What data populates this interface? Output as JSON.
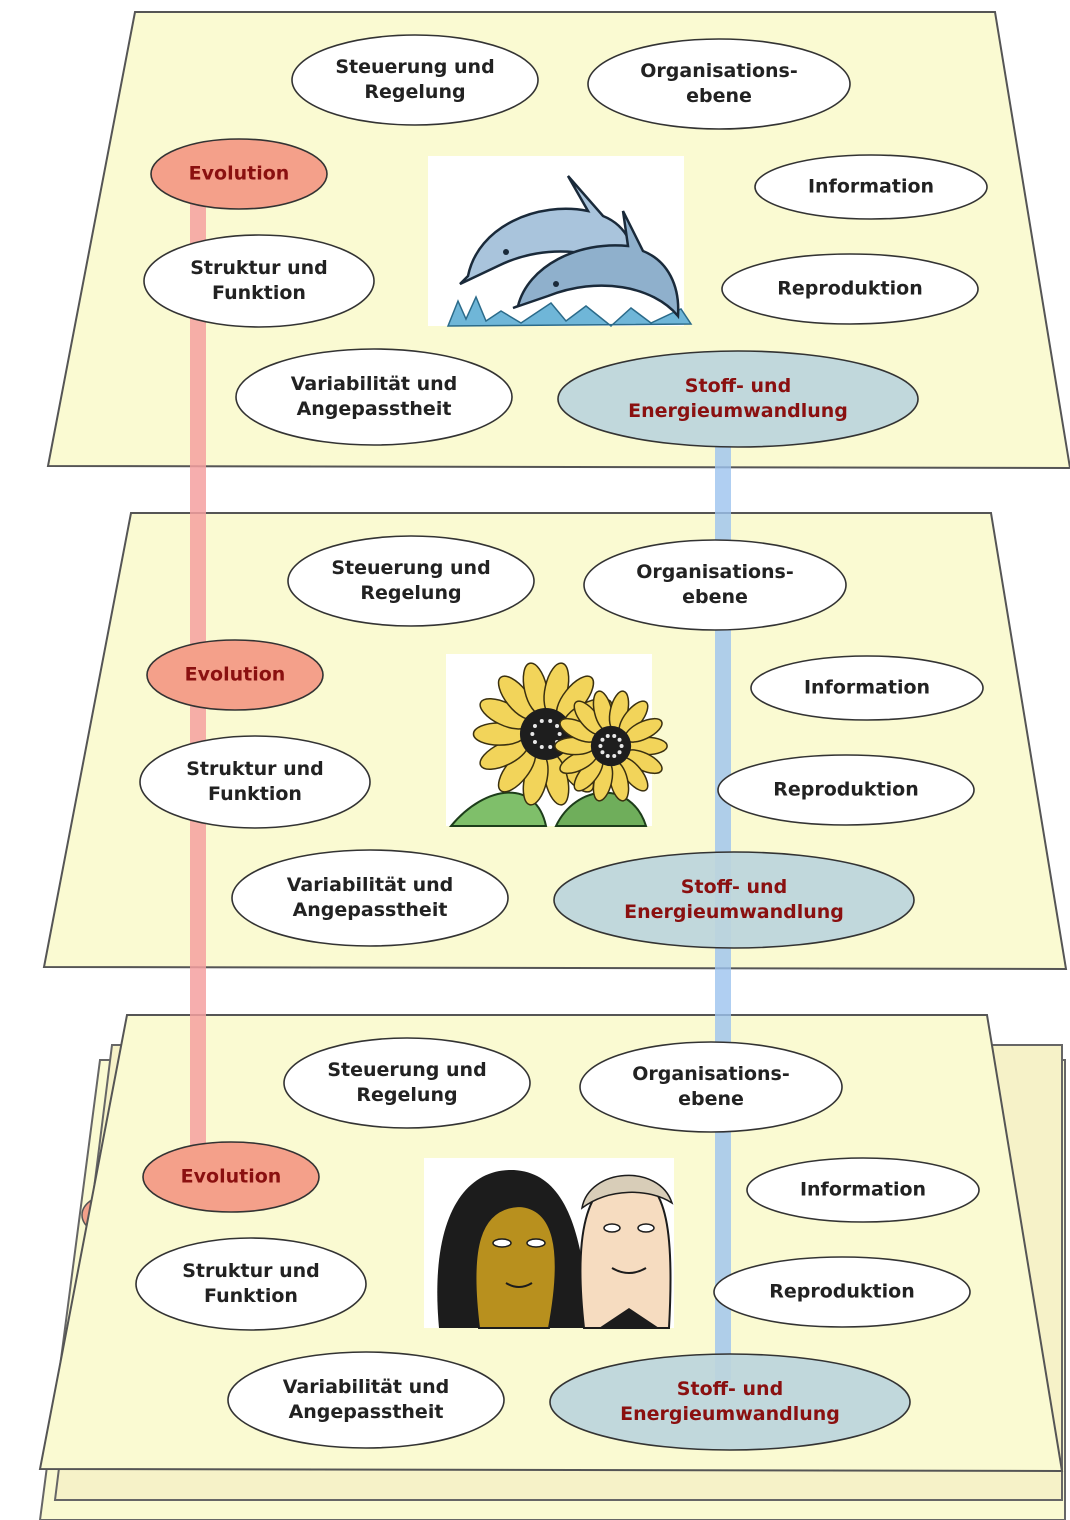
{
  "colors": {
    "plane_fill": "#fafad2",
    "plane_border": "#555555",
    "oval_fill": "#ffffff",
    "evolution_fill": "#f4a08a",
    "energy_fill": "#bcd5dc",
    "evolution_text": "#8a1010",
    "energy_text": "#8a1010",
    "evolution_connector": "#f5a0a0",
    "energy_connector": "#9cc3ef"
  },
  "levels": [
    {
      "illustration": "dolphins-icon",
      "concepts": {
        "steuerung": [
          "Steuerung und",
          "Regelung"
        ],
        "organisation": [
          "Organisations-",
          "ebene"
        ],
        "evolution": [
          "Evolution"
        ],
        "information": [
          "Information"
        ],
        "struktur": [
          "Struktur und",
          "Funktion"
        ],
        "reproduktion": [
          "Reproduktion"
        ],
        "variabilitaet": [
          "Variabilität und",
          "Angepasstheit"
        ],
        "stoff": [
          "Stoff- und",
          "Energieumwandlung"
        ]
      }
    },
    {
      "illustration": "sunflowers-icon",
      "concepts": {
        "steuerung": [
          "Steuerung und",
          "Regelung"
        ],
        "organisation": [
          "Organisations-",
          "ebene"
        ],
        "evolution": [
          "Evolution"
        ],
        "information": [
          "Information"
        ],
        "struktur": [
          "Struktur und",
          "Funktion"
        ],
        "reproduktion": [
          "Reproduktion"
        ],
        "variabilitaet": [
          "Variabilität und",
          "Angepasstheit"
        ],
        "stoff": [
          "Stoff- und",
          "Energieumwandlung"
        ]
      }
    },
    {
      "illustration": "people-icon",
      "concepts": {
        "steuerung": [
          "Steuerung und",
          "Regelung"
        ],
        "organisation": [
          "Organisations-",
          "ebene"
        ],
        "evolution": [
          "Evolution"
        ],
        "information": [
          "Information"
        ],
        "struktur": [
          "Struktur und",
          "Funktion"
        ],
        "reproduktion": [
          "Reproduktion"
        ],
        "variabilitaet": [
          "Variabilität und",
          "Angepasstheit"
        ],
        "stoff": [
          "Stoff- und",
          "Energieumwandlung"
        ]
      }
    }
  ]
}
